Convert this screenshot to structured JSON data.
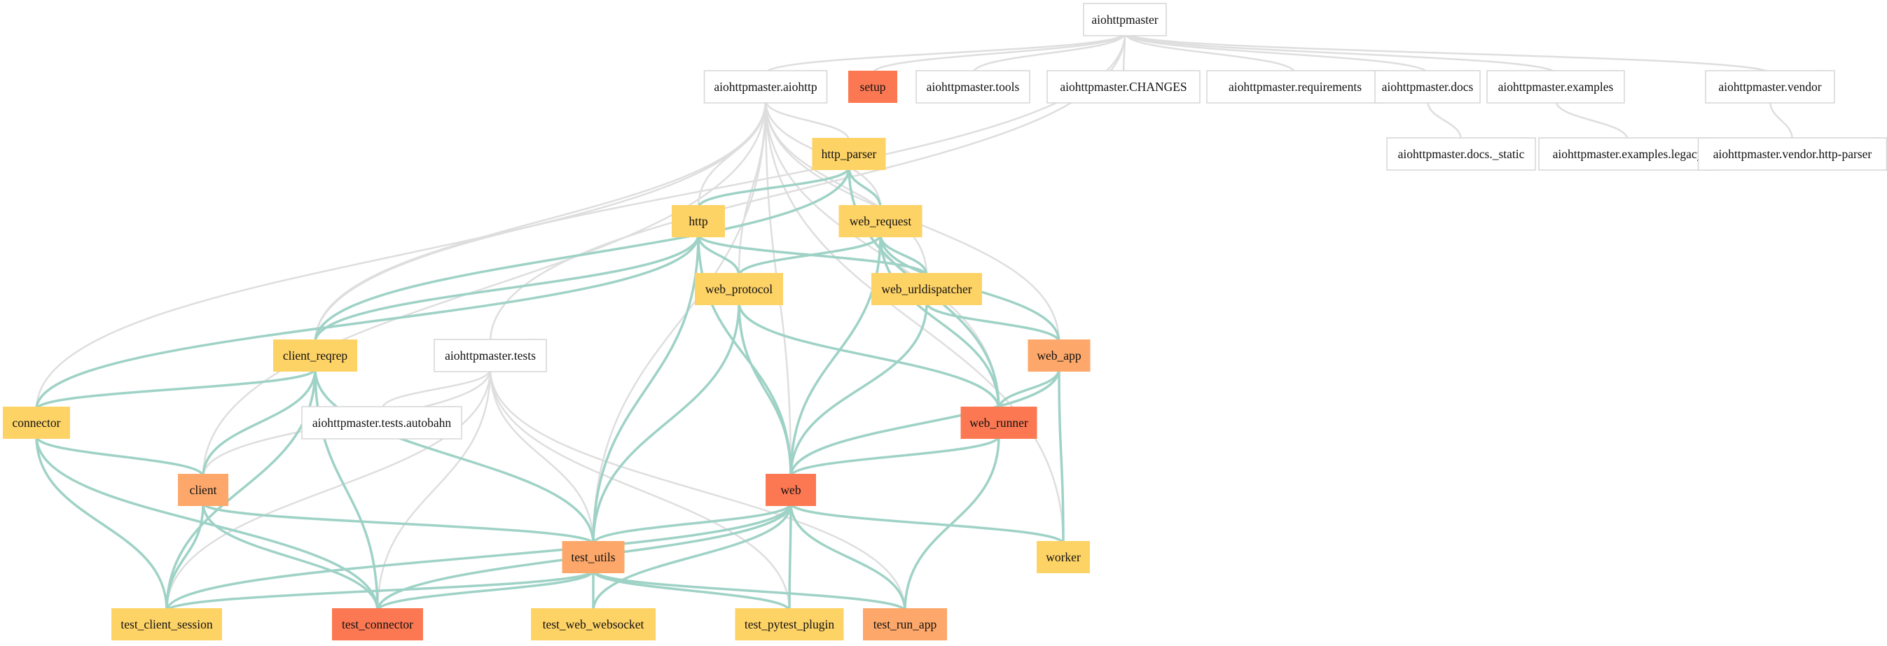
{
  "colors": {
    "package_fill": "#ffffff",
    "package_stroke": "#d6d6d6",
    "containment_edge": "#dedede",
    "import_edge": "#9fd2c6",
    "low": "#fed366",
    "medium": "#fda86a",
    "high": "#fc7852"
  },
  "packages": [
    {
      "id": "root",
      "label": "aiohttpmaster"
    },
    {
      "id": "aiohttp",
      "label": "aiohttpmaster.aiohttp"
    },
    {
      "id": "tools",
      "label": "aiohttpmaster.tools"
    },
    {
      "id": "changes",
      "label": "aiohttpmaster.CHANGES"
    },
    {
      "id": "requirements",
      "label": "aiohttpmaster.requirements"
    },
    {
      "id": "docs",
      "label": "aiohttpmaster.docs"
    },
    {
      "id": "examples",
      "label": "aiohttpmaster.examples"
    },
    {
      "id": "vendor",
      "label": "aiohttpmaster.vendor"
    },
    {
      "id": "docs_static",
      "label": "aiohttpmaster.docs._static"
    },
    {
      "id": "examples_legacy",
      "label": "aiohttpmaster.examples.legacy"
    },
    {
      "id": "vendor_http_parser",
      "label": "aiohttpmaster.vendor.http-parser"
    },
    {
      "id": "tests",
      "label": "aiohttpmaster.tests"
    },
    {
      "id": "tests_autobahn",
      "label": "aiohttpmaster.tests.autobahn"
    }
  ],
  "modules": [
    {
      "id": "setup",
      "label": "setup",
      "level": "high"
    },
    {
      "id": "http_parser",
      "label": "http_parser",
      "level": "low"
    },
    {
      "id": "http",
      "label": "http",
      "level": "low"
    },
    {
      "id": "web_request",
      "label": "web_request",
      "level": "low"
    },
    {
      "id": "web_protocol",
      "label": "web_protocol",
      "level": "low"
    },
    {
      "id": "web_urldispatcher",
      "label": "web_urldispatcher",
      "level": "low"
    },
    {
      "id": "client_reqrep",
      "label": "client_reqrep",
      "level": "low"
    },
    {
      "id": "web_app",
      "label": "web_app",
      "level": "medium"
    },
    {
      "id": "connector",
      "label": "connector",
      "level": "low"
    },
    {
      "id": "web_runner",
      "label": "web_runner",
      "level": "high"
    },
    {
      "id": "client",
      "label": "client",
      "level": "medium"
    },
    {
      "id": "web",
      "label": "web",
      "level": "high"
    },
    {
      "id": "worker",
      "label": "worker",
      "level": "low"
    },
    {
      "id": "test_utils",
      "label": "test_utils",
      "level": "medium"
    },
    {
      "id": "test_client_session",
      "label": "test_client_session",
      "level": "low"
    },
    {
      "id": "test_connector",
      "label": "test_connector",
      "level": "high"
    },
    {
      "id": "test_web_websocket",
      "label": "test_web_websocket",
      "level": "low"
    },
    {
      "id": "test_pytest_plugin",
      "label": "test_pytest_plugin",
      "level": "low"
    },
    {
      "id": "test_run_app",
      "label": "test_run_app",
      "level": "medium"
    }
  ],
  "containment_edges": [
    [
      "root",
      "aiohttp"
    ],
    [
      "root",
      "setup"
    ],
    [
      "root",
      "tools"
    ],
    [
      "root",
      "changes"
    ],
    [
      "root",
      "requirements"
    ],
    [
      "root",
      "docs"
    ],
    [
      "root",
      "examples"
    ],
    [
      "root",
      "vendor"
    ],
    [
      "root",
      "tests"
    ],
    [
      "root",
      "client_reqrep"
    ],
    [
      "docs",
      "docs_static"
    ],
    [
      "examples",
      "examples_legacy"
    ],
    [
      "vendor",
      "vendor_http_parser"
    ],
    [
      "aiohttp",
      "http_parser"
    ],
    [
      "aiohttp",
      "http"
    ],
    [
      "aiohttp",
      "web_request"
    ],
    [
      "aiohttp",
      "web_protocol"
    ],
    [
      "aiohttp",
      "web_urldispatcher"
    ],
    [
      "aiohttp",
      "web_app"
    ],
    [
      "aiohttp",
      "web_runner"
    ],
    [
      "aiohttp",
      "client_reqrep"
    ],
    [
      "aiohttp",
      "connector"
    ],
    [
      "aiohttp",
      "client"
    ],
    [
      "aiohttp",
      "web"
    ],
    [
      "aiohttp",
      "worker"
    ],
    [
      "aiohttp",
      "test_utils"
    ],
    [
      "tests",
      "tests_autobahn"
    ],
    [
      "tests",
      "test_client_session"
    ],
    [
      "tests",
      "test_connector"
    ],
    [
      "tests",
      "test_utils"
    ],
    [
      "tests",
      "test_pytest_plugin"
    ],
    [
      "tests",
      "test_run_app"
    ],
    [
      "tests",
      "client"
    ]
  ],
  "import_edges": [
    [
      "http_parser",
      "http"
    ],
    [
      "http_parser",
      "web_request"
    ],
    [
      "http_parser",
      "client_reqrep"
    ],
    [
      "http_parser",
      "web_runner"
    ],
    [
      "http",
      "web_protocol"
    ],
    [
      "http",
      "web_urldispatcher"
    ],
    [
      "http",
      "client_reqrep"
    ],
    [
      "http",
      "connector"
    ],
    [
      "http",
      "web"
    ],
    [
      "http",
      "test_utils"
    ],
    [
      "web_request",
      "web_protocol"
    ],
    [
      "web_request",
      "web_urldispatcher"
    ],
    [
      "web_request",
      "web_app"
    ],
    [
      "web_request",
      "web_runner"
    ],
    [
      "web_request",
      "web"
    ],
    [
      "web_protocol",
      "web"
    ],
    [
      "web_protocol",
      "web_runner"
    ],
    [
      "web_protocol",
      "test_utils"
    ],
    [
      "web_urldispatcher",
      "web_app"
    ],
    [
      "web_urldispatcher",
      "web"
    ],
    [
      "web_app",
      "web_runner"
    ],
    [
      "web_app",
      "worker"
    ],
    [
      "web_app",
      "web"
    ],
    [
      "web_runner",
      "web"
    ],
    [
      "web_runner",
      "test_run_app"
    ],
    [
      "client_reqrep",
      "connector"
    ],
    [
      "client_reqrep",
      "client"
    ],
    [
      "client_reqrep",
      "test_client_session"
    ],
    [
      "client_reqrep",
      "test_connector"
    ],
    [
      "client_reqrep",
      "test_utils"
    ],
    [
      "connector",
      "client"
    ],
    [
      "connector",
      "test_connector"
    ],
    [
      "connector",
      "test_client_session"
    ],
    [
      "client",
      "test_client_session"
    ],
    [
      "client",
      "test_connector"
    ],
    [
      "client",
      "test_utils"
    ],
    [
      "web",
      "test_utils"
    ],
    [
      "web",
      "test_web_websocket"
    ],
    [
      "web",
      "test_pytest_plugin"
    ],
    [
      "web",
      "test_run_app"
    ],
    [
      "web",
      "worker"
    ],
    [
      "web",
      "test_client_session"
    ],
    [
      "web",
      "test_connector"
    ],
    [
      "test_utils",
      "test_client_session"
    ],
    [
      "test_utils",
      "test_connector"
    ],
    [
      "test_utils",
      "test_web_websocket"
    ],
    [
      "test_utils",
      "test_pytest_plugin"
    ],
    [
      "test_utils",
      "test_run_app"
    ]
  ]
}
